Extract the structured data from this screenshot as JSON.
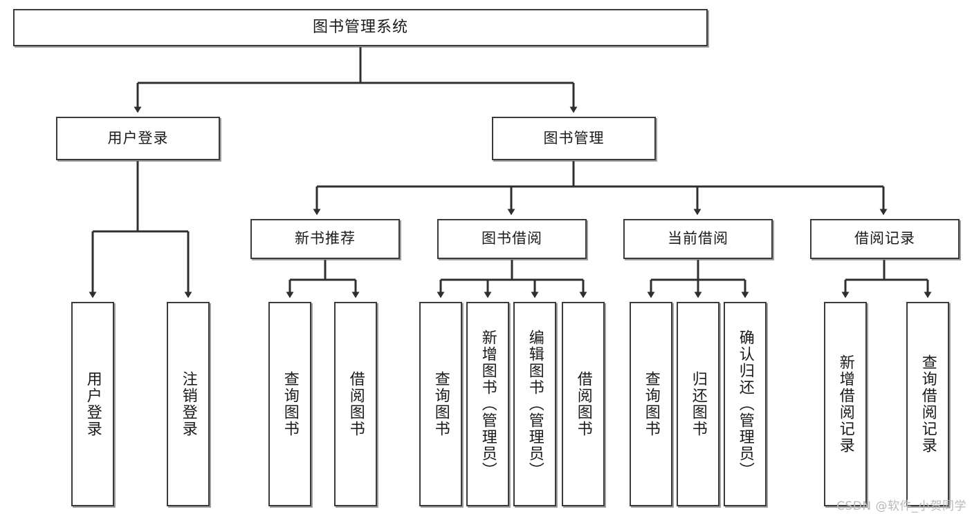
{
  "diagram": {
    "type": "tree-hierarchy-chart",
    "title": "图书管理系统",
    "colors": {
      "box_border": "#3a3a3a",
      "box_fill": "#ffffff",
      "edge": "#2f2f2f",
      "text": "#1a1a1a",
      "watermark": "#b9b9b9"
    },
    "levels": {
      "root": {
        "label": "图书管理系统"
      },
      "level2": [
        {
          "id": "user-login",
          "label": "用户登录"
        },
        {
          "id": "book-management",
          "label": "图书管理"
        }
      ],
      "level3": [
        {
          "id": "new-book-recommend",
          "label": "新书推荐",
          "parent": "book-management"
        },
        {
          "id": "book-borrow",
          "label": "图书借阅",
          "parent": "book-management"
        },
        {
          "id": "current-borrow",
          "label": "当前借阅",
          "parent": "book-management"
        },
        {
          "id": "borrow-record",
          "label": "借阅记录",
          "parent": "book-management"
        }
      ],
      "leaves": [
        {
          "id": "leaf-user-login",
          "label": "用户登录",
          "parent": "user-login"
        },
        {
          "id": "leaf-logout",
          "label": "注销登录",
          "parent": "user-login"
        },
        {
          "id": "leaf-query-book-1",
          "label": "查询图书",
          "parent": "new-book-recommend"
        },
        {
          "id": "leaf-borrow-book-1",
          "label": "借阅图书",
          "parent": "new-book-recommend"
        },
        {
          "id": "leaf-query-book-2",
          "label": "查询图书",
          "parent": "book-borrow"
        },
        {
          "id": "leaf-add-book",
          "label": "新增图书（管理员）",
          "parent": "book-borrow"
        },
        {
          "id": "leaf-edit-book",
          "label": "编辑图书（管理员）",
          "parent": "book-borrow"
        },
        {
          "id": "leaf-borrow-book-2",
          "label": "借阅图书",
          "parent": "book-borrow"
        },
        {
          "id": "leaf-query-book-3",
          "label": "查询图书",
          "parent": "current-borrow"
        },
        {
          "id": "leaf-return-book",
          "label": "归还图书",
          "parent": "current-borrow"
        },
        {
          "id": "leaf-confirm-return",
          "label": "确认归还（管理员）",
          "parent": "current-borrow"
        },
        {
          "id": "leaf-add-record",
          "label": "新增借阅记录",
          "parent": "borrow-record"
        },
        {
          "id": "leaf-query-record",
          "label": "查询借阅记录",
          "parent": "borrow-record"
        }
      ]
    }
  },
  "watermark": {
    "text": "CSDN @软件_小贺同学"
  }
}
